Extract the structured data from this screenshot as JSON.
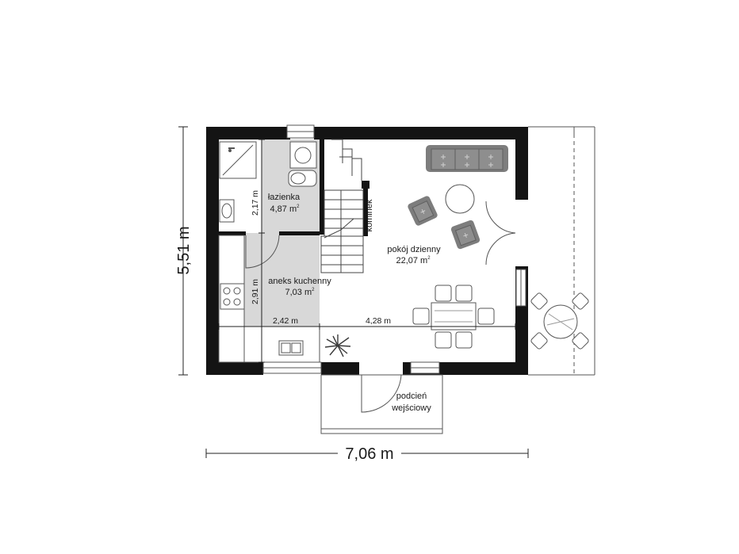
{
  "overall": {
    "width_label": "7,06 m",
    "depth_label": "5,51 m"
  },
  "rooms": {
    "bathroom": {
      "name": "łazienka",
      "area": "4,87 m",
      "unit_sup": "2"
    },
    "kitchenette": {
      "name": "aneks kuchenny",
      "area": "7,03 m",
      "unit_sup": "2"
    },
    "living": {
      "name": "pokój dzienny",
      "area": "22,07 m",
      "unit_sup": "2"
    },
    "porch": {
      "line1": "podcień",
      "line2": "wejściowy"
    }
  },
  "labels": {
    "fireplace": "kominek"
  },
  "dimensions": {
    "bath_height": "2,17 m",
    "kitchen_height": "2,91 m",
    "kitchen_width": "2,42 m",
    "living_width": "4,28 m"
  },
  "colors": {
    "wall": "#141414",
    "floor_gray": "#d6d6d6",
    "furniture": "#7d7d7d",
    "line": "#555555"
  }
}
